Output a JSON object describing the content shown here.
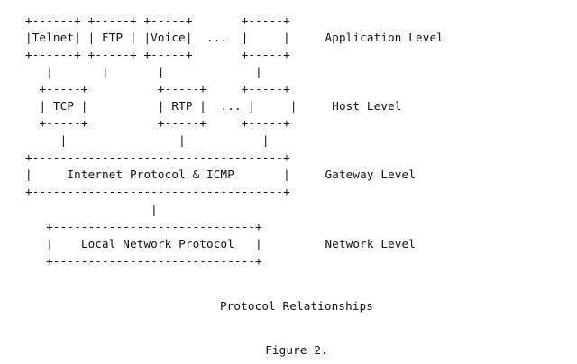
{
  "figure": {
    "title": "Protocol Relationships",
    "number_label": "Figure 2.",
    "background_color": "#ffffff",
    "text_color": "#111111",
    "ascii_block": "+------+ +-----+ +-----+       +-----+     Application Level\n|Telnet| | FTP | |Voice|  ...  |     |\n+------+ +-----+ +-----+       +-----+\n   |       |       |             |\n  +-----+  +-----+         +-----+\n  | TCP |  | RTP |   ...   |     |     Host Level\n  +-----+  +-----+         +-----+\n     |        |               |\n+--------------------------------+\n|    Internet Protocol & ICMP    |     Gateway Level\n+--------------------------------+\n                |\n   +--------------------------+\n   |   Local Network Protocol |         Network Level\n   +--------------------------+"
  },
  "levels": [
    {
      "name": "application",
      "label": "Application Level"
    },
    {
      "name": "host",
      "label": "Host Level"
    },
    {
      "name": "gateway",
      "label": "Gateway Level"
    },
    {
      "name": "network",
      "label": "Network Level"
    }
  ],
  "boxes": {
    "application": [
      {
        "name": "telnet",
        "label": "Telnet"
      },
      {
        "name": "ftp",
        "label": "FTP"
      },
      {
        "name": "voice",
        "label": "Voice"
      },
      {
        "name": "ellipsis",
        "label": "..."
      },
      {
        "name": "unnamed-application",
        "label": ""
      }
    ],
    "host": [
      {
        "name": "tcp",
        "label": "TCP"
      },
      {
        "name": "rtp",
        "label": "RTP"
      },
      {
        "name": "ellipsis",
        "label": "..."
      },
      {
        "name": "unnamed-host",
        "label": ""
      }
    ],
    "gateway": [
      {
        "name": "internet-protocol-icmp",
        "label": "Internet Protocol & ICMP"
      }
    ],
    "network": [
      {
        "name": "local-network-protocol",
        "label": "Local Network Protocol"
      }
    ]
  },
  "art_lines": {
    "l01": "+------+ +-----+ +-----+       +-----+",
    "l02_a": "|Telnet| | FTP | |Voice|  ...  |     |",
    "l03": "+------+ +-----+ +-----+       +-----+",
    "l04": "   |       |       |             |",
    "l05": "  +-----+          +-----+     +-----+",
    "l06_a": "  | TCP |          | RTP |  ... |     |",
    "l07": "  +-----+          +-----+     +-----+",
    "l08": "     |                |           |",
    "l09": "+------------------------------------+",
    "l10_a": "|     Internet Protocol & ICMP       |",
    "l11": "+------------------------------------+",
    "l12": "                  |",
    "l13": "   +-----------------------------+",
    "l14_a": "   |    Local Network Protocol   |",
    "l15": "   +-----------------------------+"
  }
}
